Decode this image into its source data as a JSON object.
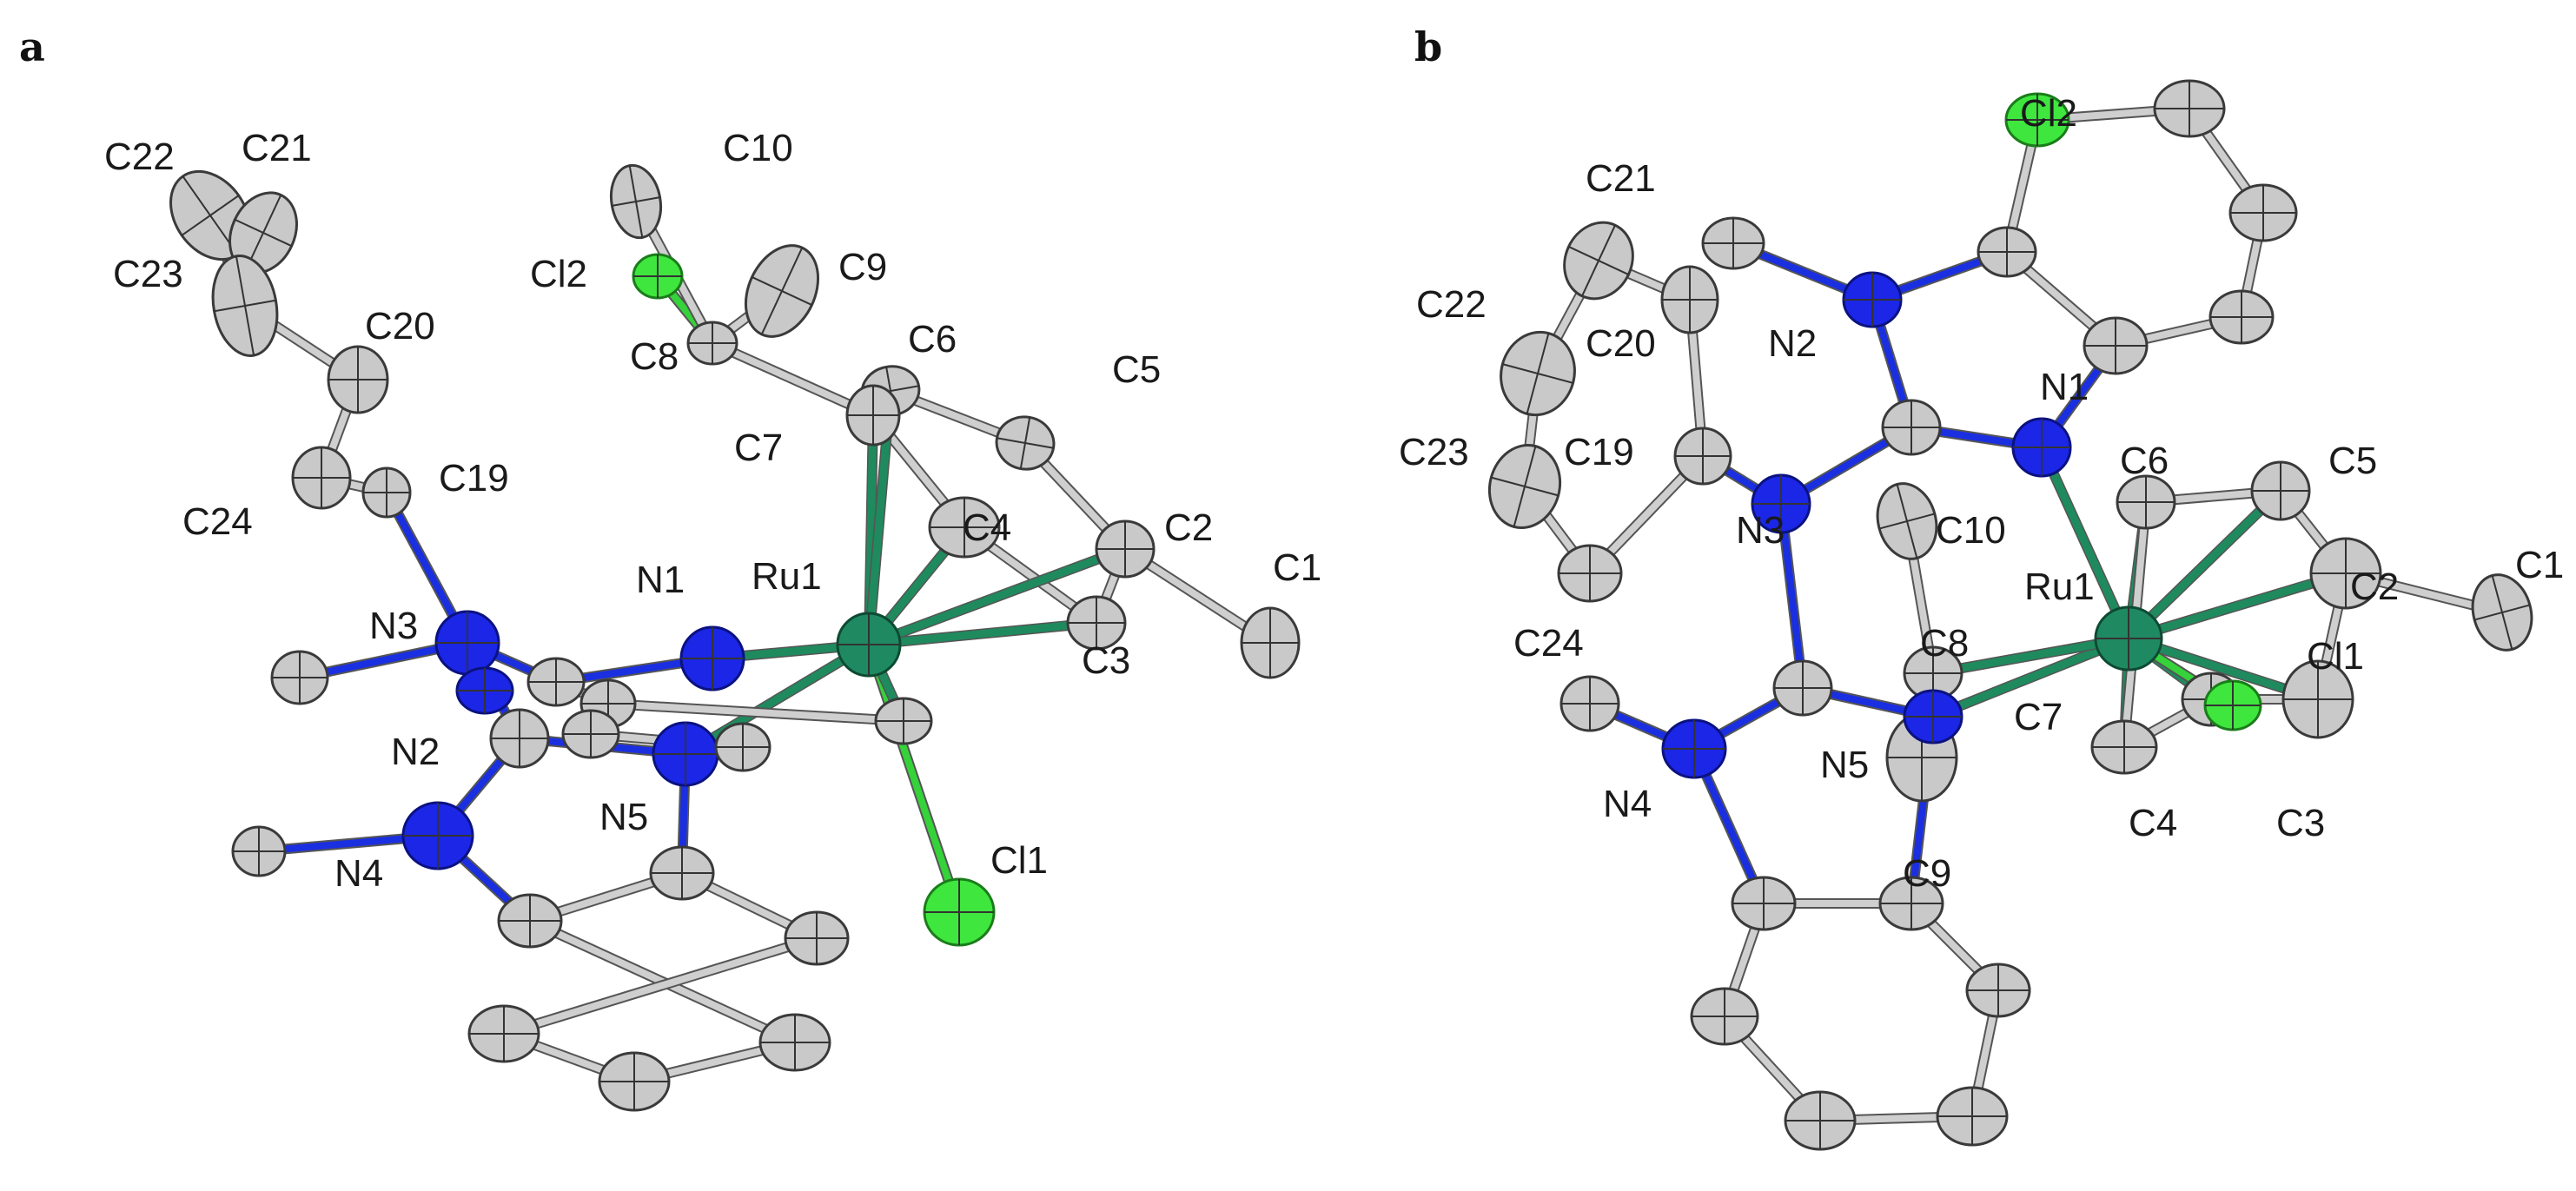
{
  "figure": {
    "panels": [
      {
        "letter": "a",
        "atom_labels": [
          "C22",
          "C21",
          "C10",
          "C23",
          "Cl2",
          "C9",
          "C20",
          "C8",
          "C6",
          "C5",
          "C7",
          "C19",
          "C24",
          "C4",
          "C2",
          "N1",
          "Ru1",
          "C1",
          "N3",
          "C3",
          "N2",
          "N5",
          "Cl1",
          "N4"
        ]
      },
      {
        "letter": "b",
        "atom_labels": [
          "Cl2",
          "C21",
          "C22",
          "C20",
          "N2",
          "N1",
          "C19",
          "C23",
          "C6",
          "C5",
          "N3",
          "C10",
          "Ru1",
          "C2",
          "C1",
          "C24",
          "C8",
          "Cl1",
          "C7",
          "N5",
          "N4",
          "C4",
          "C3",
          "C9"
        ]
      }
    ]
  },
  "colors": {
    "carbon": "#c9c9c9",
    "nitrogen": "#1b26e6",
    "chlorine": "#3ee63e",
    "ruthenium": "#1f8a62"
  }
}
